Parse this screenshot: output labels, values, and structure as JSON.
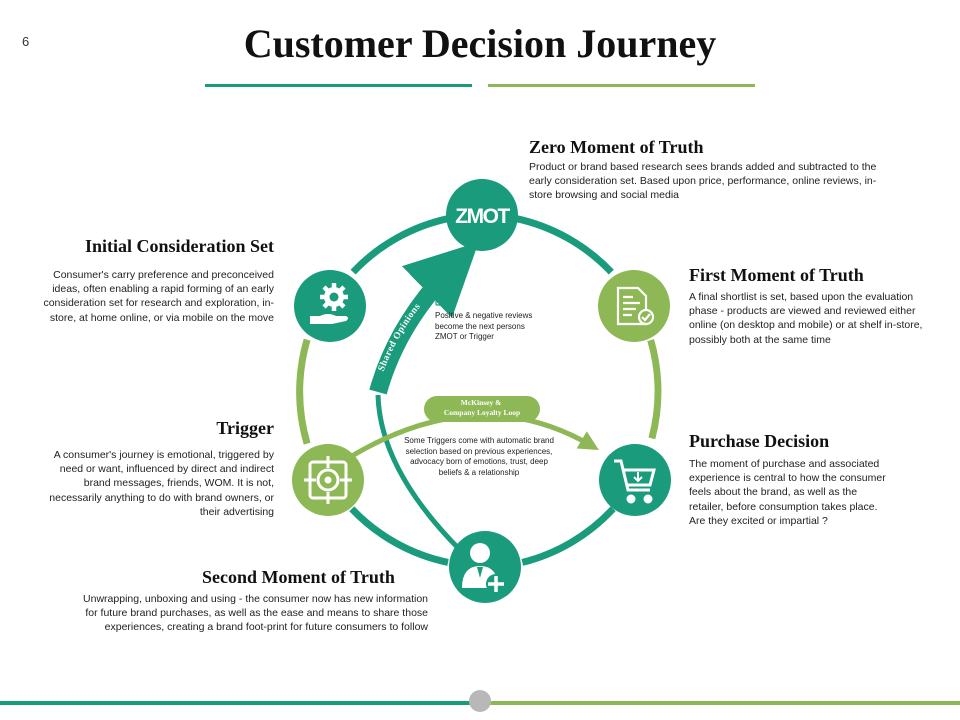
{
  "page": {
    "number": "6",
    "title": "Customer Decision Journey"
  },
  "colors": {
    "teal": "#1a9b7c",
    "green": "#8db855",
    "gray": "#b8b8b8"
  },
  "stages": {
    "zmot": {
      "heading": "Zero Moment of Truth",
      "text": "Product or brand based research sees brands added and subtracted to the early consideration set. Based upon price, performance, online reviews, in-store browsing and social media",
      "icon_label": "ZMOT",
      "icon": "zmot-text-icon"
    },
    "fmot": {
      "heading": "First Moment of Truth",
      "text": "A final shortlist is set, based upon the evaluation phase - products are viewed and reviewed either online (on desktop and mobile) or at shelf in-store, possibly both at the same time",
      "icon": "document-check-icon"
    },
    "purchase": {
      "heading": "Purchase Decision",
      "text": "The moment of purchase and associated experience is central to how the consumer feels about the brand, as well as the retailer, before consumption takes place. Are they excited or impartial ?",
      "icon": "shopping-cart-icon"
    },
    "smot": {
      "heading": "Second Moment of Truth",
      "text": "Unwrapping, unboxing and using - the consumer now has new information for future brand purchases, as well as the ease and means to share those experiences, creating a brand foot-print for future consumers to follow",
      "icon": "user-add-icon"
    },
    "trigger": {
      "heading": "Trigger",
      "text": "A consumer's journey is emotional, triggered by need or want, influenced by direct and indirect brand messages, friends, WOM.  It is not, necessarily anything to do with brand owners, or their advertising",
      "icon": "target-icon"
    },
    "initial": {
      "heading": "Initial Consideration Set",
      "text": "Consumer's carry preference and preconceived ideas, often enabling a rapid forming of an early consideration set for research and exploration, in-store, at home online, or via mobile on the move",
      "icon": "gear-hand-icon"
    }
  },
  "inner": {
    "shared_label": "Shared Opinions",
    "loop_label": "McKinsey & Company Loyalty Loop",
    "note_top": "Positive & negative reviews become the next persons ZMOT or Trigger",
    "note_bottom": "Some Triggers come with automatic brand selection based on previous experiences, advocacy born of emotions, trust, deep beliefs & a relationship",
    "note_icon": "book-icon"
  }
}
